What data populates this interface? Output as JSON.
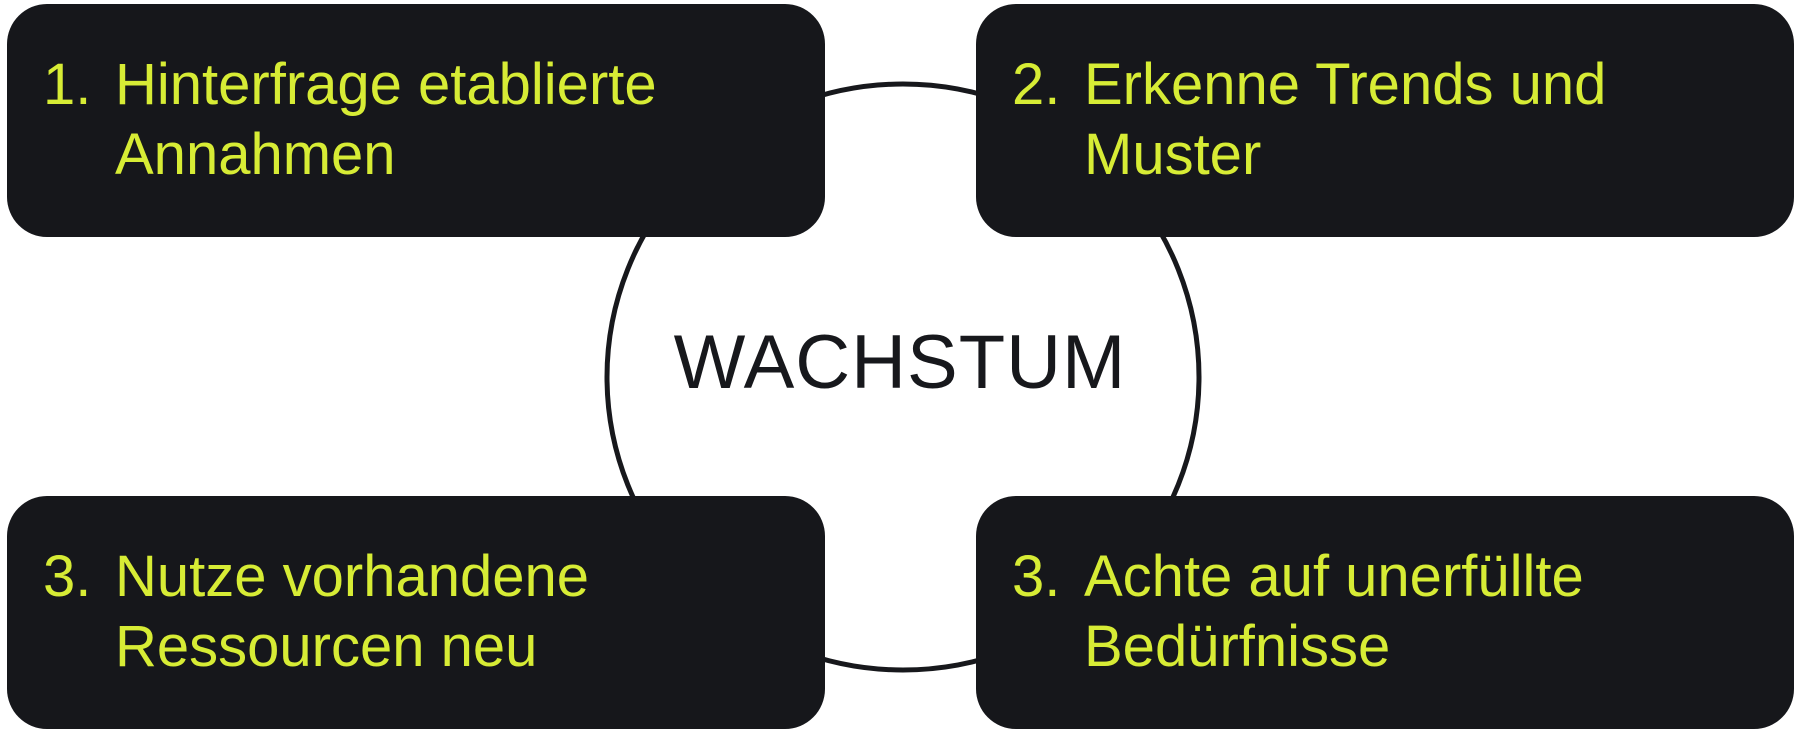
{
  "center": {
    "label": "WACHSTUM"
  },
  "steps": [
    {
      "number": "1.",
      "lines": [
        "Hinterfrage etablierte",
        "Annahmen"
      ]
    },
    {
      "number": "2.",
      "lines": [
        "Erkenne Trends und",
        "Muster"
      ]
    },
    {
      "number": "3.",
      "lines": [
        "Nutze vorhandene",
        "Ressourcen neu"
      ]
    },
    {
      "number": "3.",
      "lines": [
        "Achte auf unerfüllte",
        "Bedürfnisse"
      ]
    }
  ],
  "colors": {
    "card_background": "#16171b",
    "accent_text": "#d7ec35",
    "ring_stroke": "#17181c",
    "page_background": "#ffffff"
  }
}
